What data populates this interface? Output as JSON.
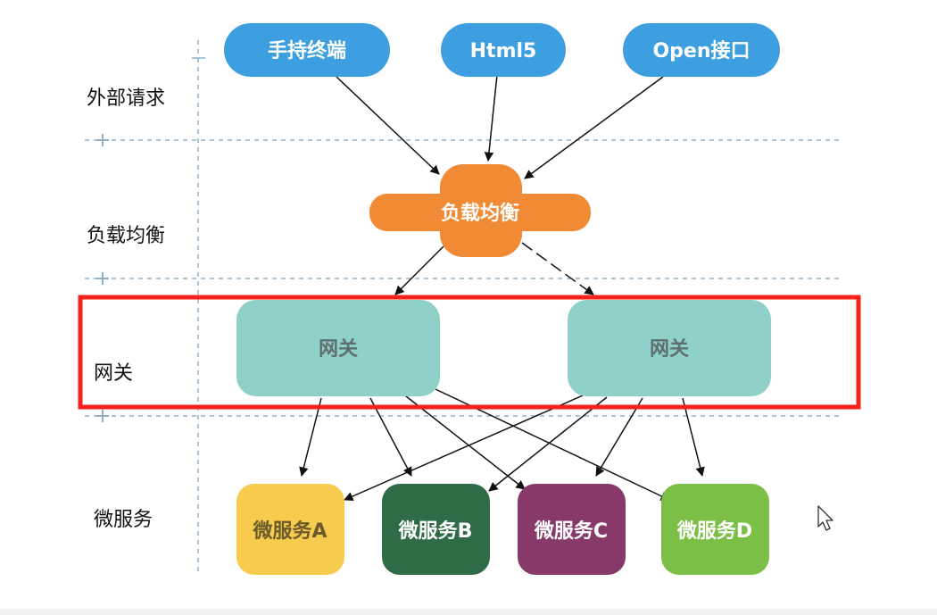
{
  "layers": [
    {
      "label": "外部请求"
    },
    {
      "label": "负载均衡"
    },
    {
      "label": "网关"
    },
    {
      "label": "微服务"
    }
  ],
  "external": [
    {
      "label": "手持终端"
    },
    {
      "label": "Html5"
    },
    {
      "label": "Open接口"
    }
  ],
  "load_balancer": {
    "label": "负载均衡"
  },
  "gateways": [
    {
      "label": "网关"
    },
    {
      "label": "网关"
    }
  ],
  "services": [
    {
      "label": "微服务A",
      "color": "#f7cb4d"
    },
    {
      "label": "微服务B",
      "color": "#2e6b46"
    },
    {
      "label": "微服务C",
      "color": "#873a6a"
    },
    {
      "label": "微服务D",
      "color": "#7bbf46"
    }
  ],
  "colors": {
    "external_node": "#3d9fdf",
    "load_balancer": "#f08a34",
    "gateway": "#8fd0c9",
    "highlight_frame": "#f4221c",
    "divider": "#8fb0c8"
  }
}
